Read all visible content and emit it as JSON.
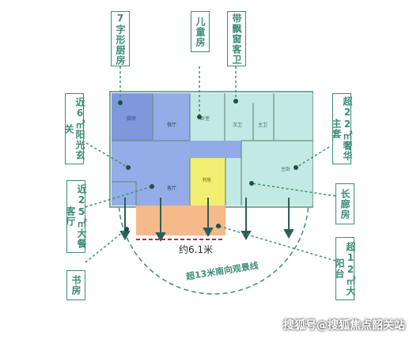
{
  "callouts": {
    "kitchen": "7字形厨房",
    "kids_room": "儿童房",
    "bay_bath": "带飘窗客卫",
    "foyer": "近6㎡阳光玄关",
    "master": "超22㎡奢华主套",
    "dining": "近25㎡大餐客厅",
    "corridor": "长廊房",
    "study": "书房",
    "balcony": "超12㎡大阳台"
  },
  "rooms": {
    "kitchen": "厨房",
    "dining_hall": "餐厅",
    "kids": "卧室",
    "guest_bath": "次卫",
    "master_bath": "主卫",
    "master_bed": "主卧",
    "living": "客厅",
    "study": "书房"
  },
  "dimension": "约6.1米",
  "arc_label": "超13米南向观景线",
  "watermark": "搜狐号@搜狐焦点韶关站",
  "colors": {
    "accent": "#3d8d77",
    "blue_zone": "#8fa8e6",
    "teal_zone": "#bfe8e2",
    "yellow_zone": "#f2ee72",
    "orange_zone": "#f5b98a",
    "dim_line": "#c0273a"
  }
}
